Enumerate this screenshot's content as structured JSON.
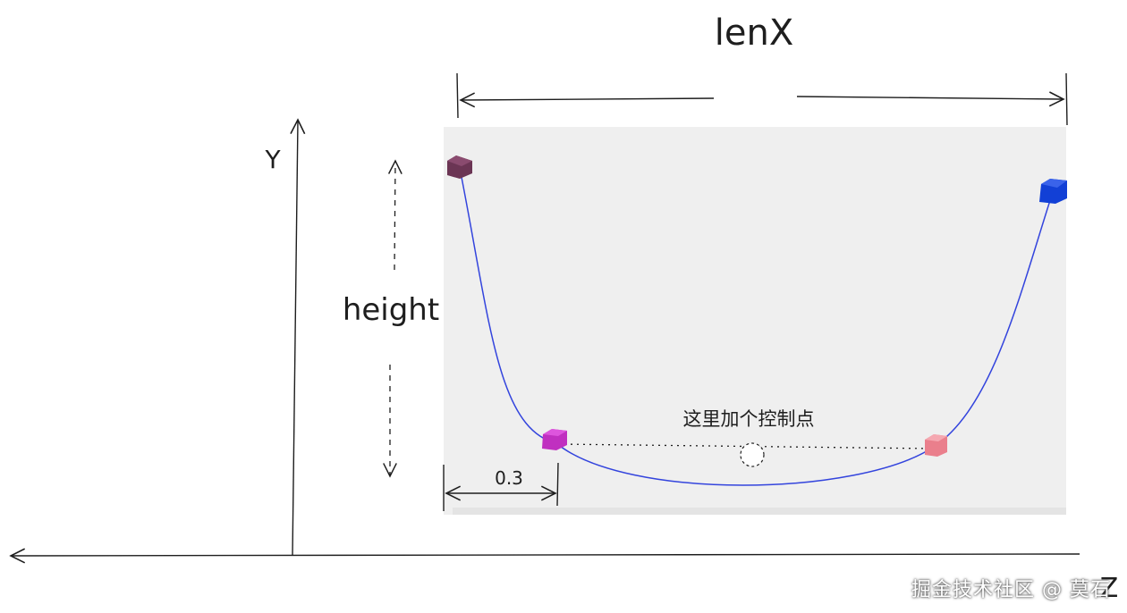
{
  "labels": {
    "top_dimension": "lenX",
    "y_axis": "Y",
    "height_dimension": "height",
    "offset_dimension": "0.3",
    "annotation": "这里加个控制点",
    "z_axis": "Z"
  },
  "watermark": "掘金技术社区 @ 莫石",
  "colors": {
    "curve": "#3344dd",
    "panel": "#efefef",
    "ink": "#1e1e1e",
    "cube_top_left": "#6b3554",
    "cube_top_right": "#1240d6",
    "cube_ctrl_left": "#cc33cc",
    "cube_ctrl_right": "#ee8894"
  }
}
